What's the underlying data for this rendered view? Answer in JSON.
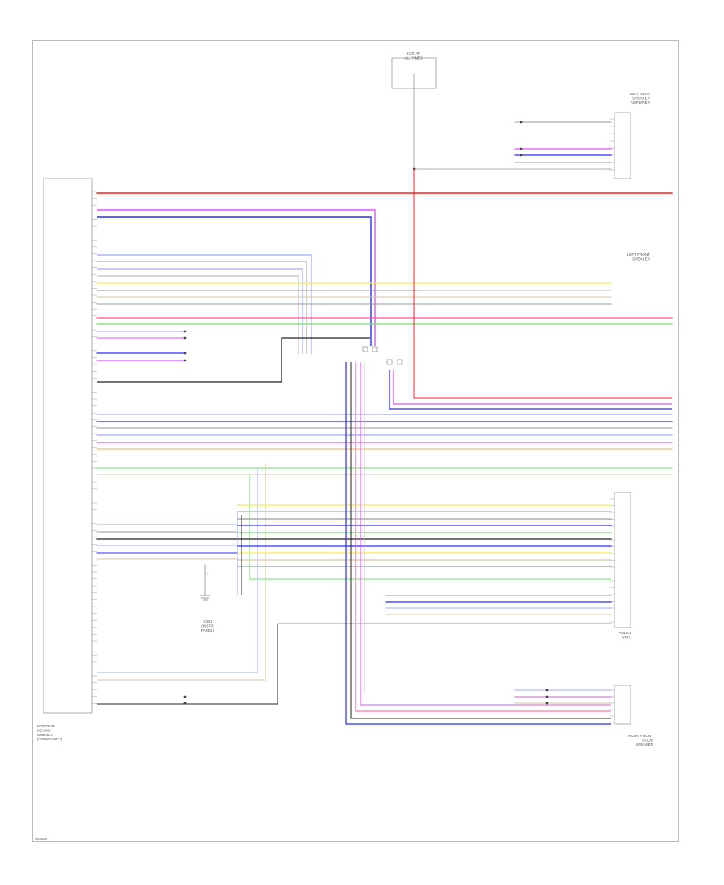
{
  "footer_code": "W0004",
  "colors": {
    "red": "#ff1c1c",
    "pink": "#ff4f9a",
    "violet": "#e050ff",
    "blue": "#2b2bff",
    "lightblue": "#9fa8ff",
    "gray": "#9a9a9a",
    "yellow": "#f2ee58",
    "green": "#6fe06f",
    "black": "#222222",
    "tan": "#d8c6a6",
    "orange": "#f2b24a"
  },
  "components": {
    "main_module": {
      "lines": [
        "INTERIOR",
        "SOUND",
        "MODULE",
        "(FRONT LEFT)"
      ]
    },
    "top_fuse": {
      "lines": [
        "HOT AT",
        "ALL TIMES"
      ]
    },
    "right_top": {
      "lines": [
        "LEFT REAR",
        "SPEAKER",
        "AMPLIFIER"
      ]
    },
    "right_mid": {
      "lines": [
        "LEFT FRONT",
        "SPEAKER"
      ]
    },
    "audio_unit": {
      "lines": [
        "AUDIO",
        "UNIT"
      ]
    },
    "bottom_right": {
      "lines": [
        "RIGHT FRONT",
        "DOOR",
        "SPEAKER"
      ]
    },
    "center_ground": {
      "lines": [
        "G301",
        "(INSTR",
        "PANEL)"
      ]
    }
  }
}
